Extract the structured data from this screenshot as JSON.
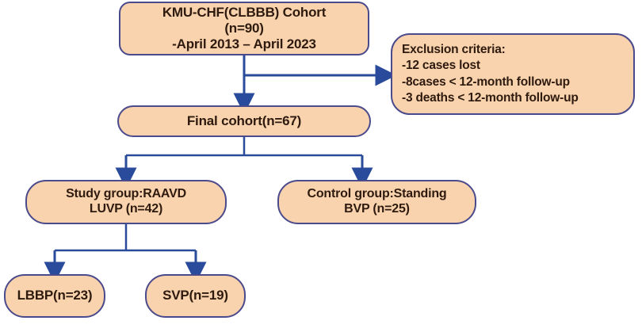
{
  "diagram": {
    "title": "CONSORT-style patient flow diagram",
    "colors": {
      "node_fill": "#f8d3ae",
      "node_border": "#4a4a8c",
      "connector": "#2a4b9b",
      "text": "#2e1a0e",
      "background": "#ffffff"
    },
    "nodes": {
      "cohort": {
        "lines": [
          "KMU-CHF(CLBBB) Cohort",
          "(n=90)",
          "-April 2013 – April 2023"
        ]
      },
      "exclusion": {
        "lines": [
          "Exclusion criteria:",
          "-12 cases lost",
          "-8cases < 12-month follow-up",
          "-3 deaths < 12-month follow-up"
        ]
      },
      "final_cohort": {
        "lines": [
          "Final cohort(n=67)"
        ]
      },
      "study_group": {
        "lines": [
          "Study group:RAAVD",
          "LUVP  (n=42)"
        ]
      },
      "control_group": {
        "lines": [
          "Control group:Standing",
          "BVP (n=25)"
        ]
      },
      "lbbp": {
        "lines": [
          "LBBP(n=23)"
        ]
      },
      "svp": {
        "lines": [
          "SVP(n=19)"
        ]
      }
    },
    "connectors": [
      {
        "name": "cohort-to-final",
        "from": "cohort",
        "to": "final_cohort"
      },
      {
        "name": "cohort-to-exclusion",
        "from": "cohort",
        "to": "exclusion"
      },
      {
        "name": "final-to-study",
        "from": "final_cohort",
        "to": "study_group"
      },
      {
        "name": "final-to-control",
        "from": "final_cohort",
        "to": "control_group"
      },
      {
        "name": "study-to-lbbp",
        "from": "study_group",
        "to": "lbbp"
      },
      {
        "name": "study-to-svp",
        "from": "study_group",
        "to": "svp"
      }
    ]
  }
}
